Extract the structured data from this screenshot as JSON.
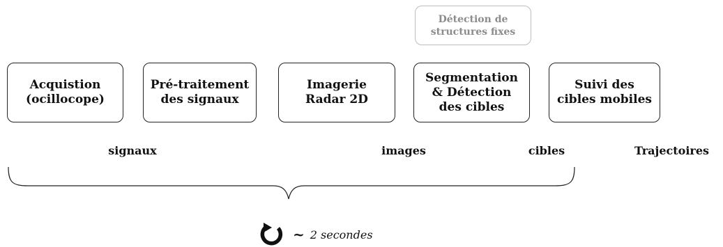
{
  "boxes": [
    {
      "id": "acquisition",
      "text": "Acquistion\n(ocillocope)"
    },
    {
      "id": "pretraitement",
      "text": "Pré-traitement\ndes signaux"
    },
    {
      "id": "imagerie",
      "text": "Imagerie\nRadar  2D"
    },
    {
      "id": "segmentation",
      "text": "Segmentation\n& Détection\ndes cibles"
    },
    {
      "id": "suivi",
      "text": "Suivi des\ncibles mobiles"
    },
    {
      "id": "structures",
      "text": "Détection de\nstructures fixes"
    }
  ],
  "flow_labels": {
    "signaux": "signaux",
    "images": "images",
    "cibles": "cibles",
    "trajectoires": "Trajectoires"
  },
  "cycle": {
    "icon": "loop-arrow-icon",
    "tilde": "~",
    "duration": "2 secondes"
  }
}
